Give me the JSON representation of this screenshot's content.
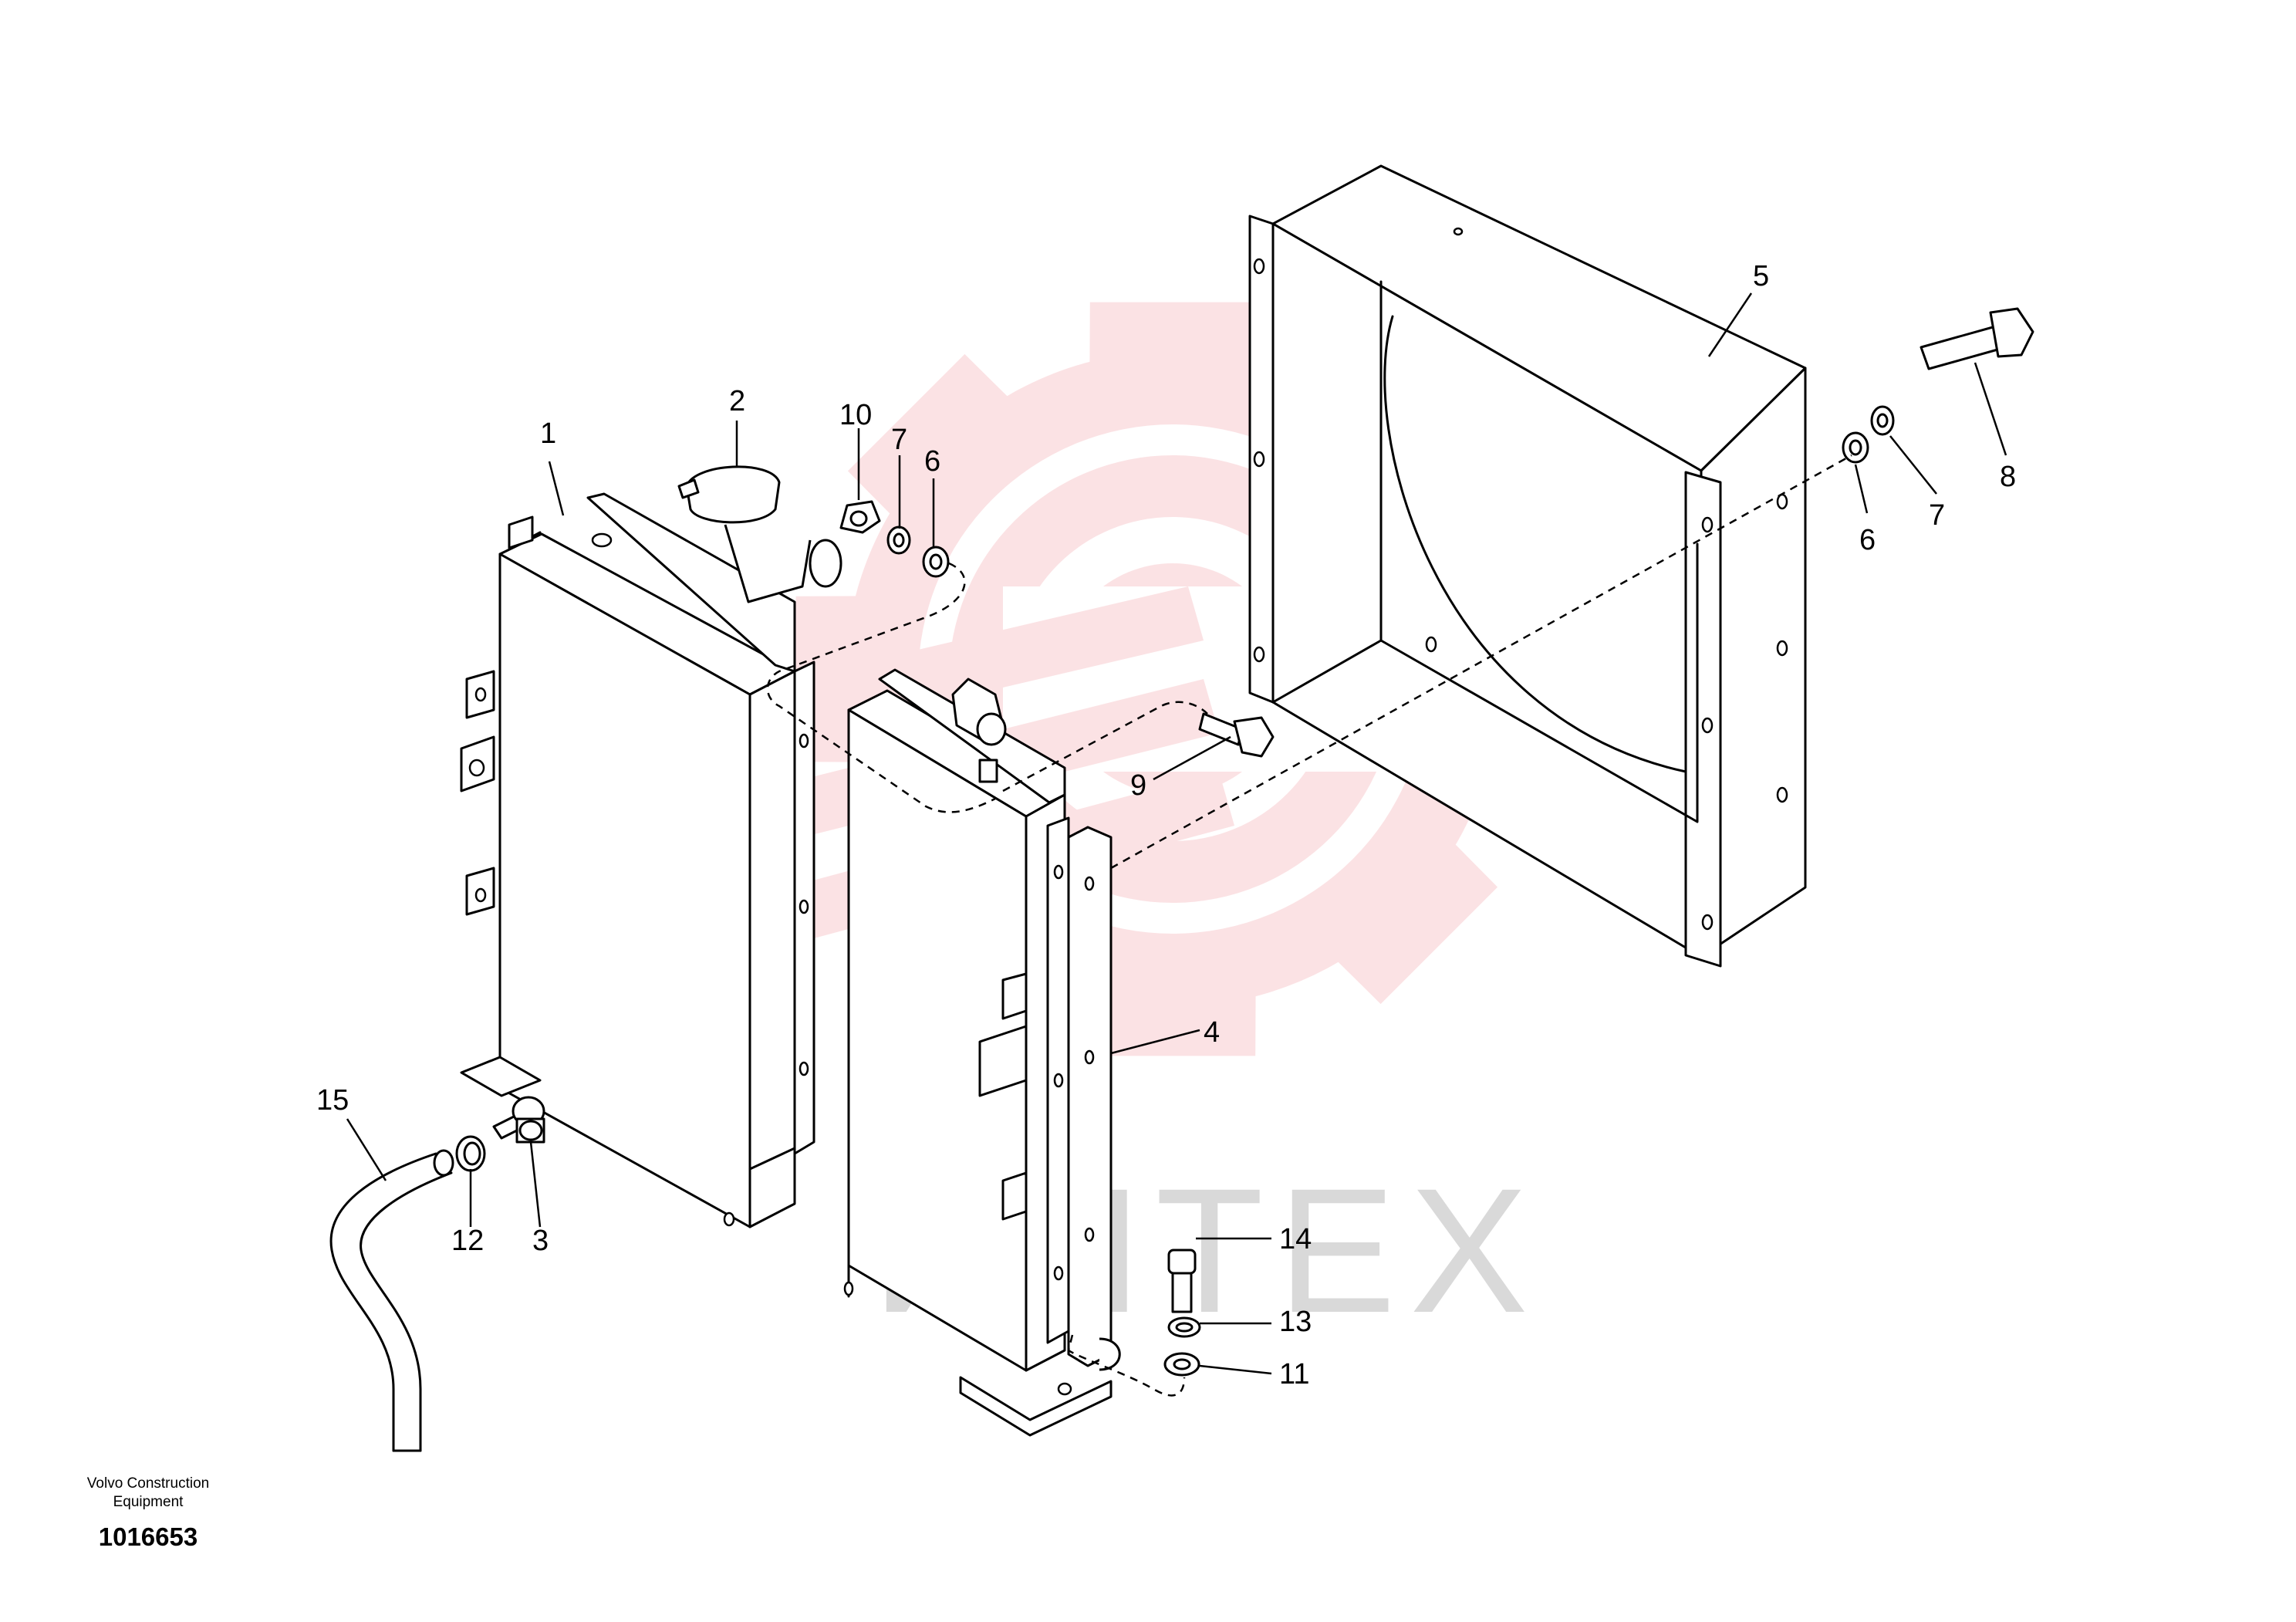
{
  "drawing": {
    "company_line1": "Volvo Construction",
    "company_line2": "Equipment",
    "drawing_number": "1016653"
  },
  "watermark": {
    "text": "ИНТЕХ",
    "color": "#f5a8ad"
  },
  "callouts": {
    "radiator": "1",
    "radiator_cap": "2",
    "drain_cock": "3",
    "oil_cooler": "4",
    "fan_shroud": "5",
    "washer_left": "6",
    "spring_washer_left": "7",
    "washer_right": "6",
    "spring_washer_right": "7",
    "bolt_shroud": "8",
    "bolt_cooler": "9",
    "nut": "10",
    "washer_lower": "11",
    "o_ring": "12",
    "spring_washer_lower": "13",
    "bolt_lower": "14",
    "drain_hose": "15"
  }
}
